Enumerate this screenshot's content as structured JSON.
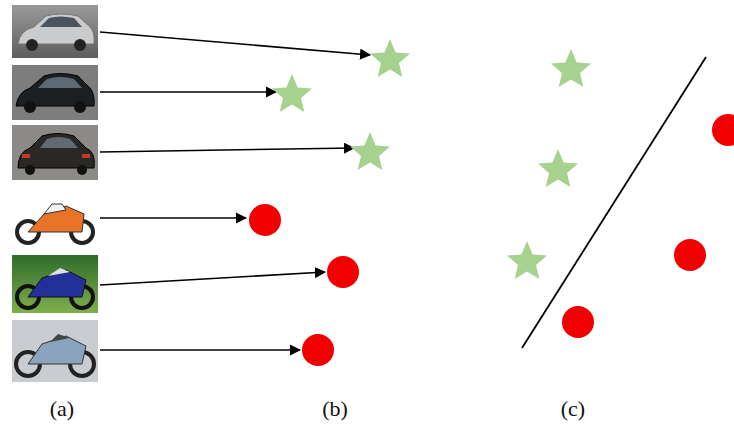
{
  "diagram": {
    "labels": [
      "(a)",
      "(b)",
      "(c)"
    ]
  }
}
